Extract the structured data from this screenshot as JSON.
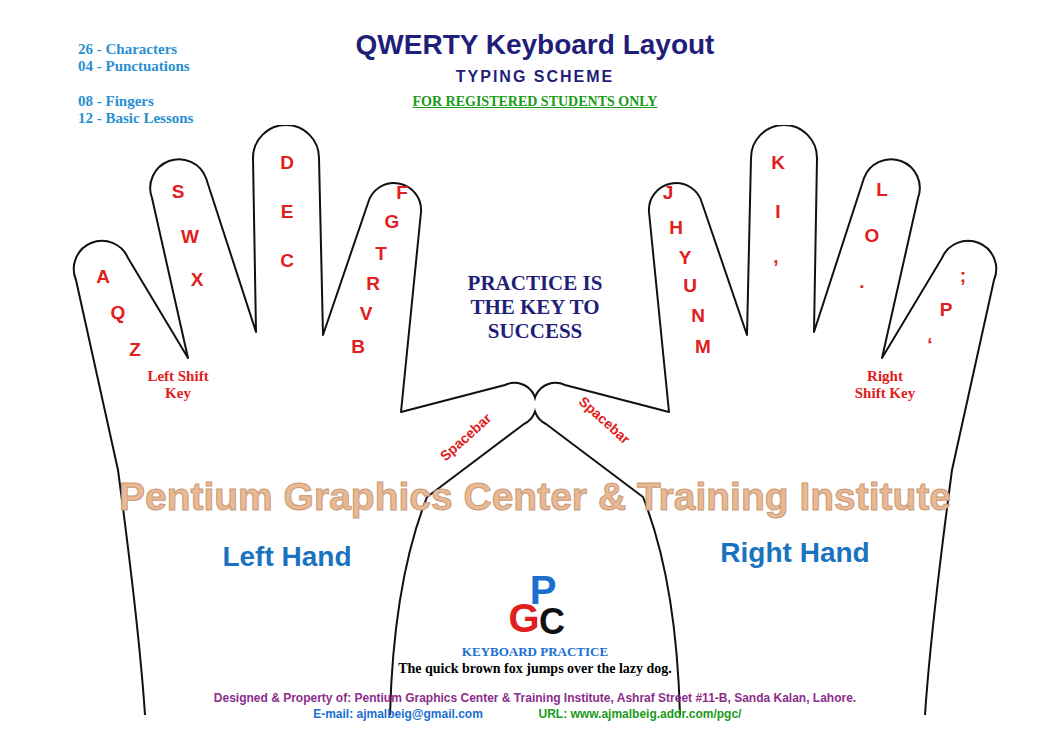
{
  "diagram": {
    "title": "QWERTY Keyboard Layout",
    "nodes": [
      {
        "text": [
          "Left Hand"
        ]
      },
      {
        "text": [
          "Right Hand"
        ]
      }
    ],
    "labels": [
      "TYPING SCHEME",
      "FOR REGISTERED STUDENTS ONLY",
      "26 - Characters",
      "04 - Punctuations",
      "08 - Fingers",
      "12 - Basic Lessons",
      "A",
      "Q",
      "Z",
      "S",
      "W",
      "X",
      "D",
      "E",
      "C",
      "F",
      "G",
      "T",
      "R",
      "V",
      "B",
      "J",
      "H",
      "Y",
      "U",
      "N",
      "M",
      "K",
      "I",
      ",",
      "L",
      "O",
      ".",
      ";",
      "P",
      "‘",
      "Left Shift Key",
      "Right Shift Key",
      "Spacebar",
      "Spacebar",
      "PRACTICE IS THE KEY TO SUCCESS",
      "Pentium Graphics Center & Training Institute",
      "P",
      "G",
      "C",
      "KEYBOARD PRACTICE",
      "The quick brown fox jumps over the lazy dog.",
      "Designed & Property of: Pentium Graphics Center & Training Institute, Ashraf Street #11-B, Sanda Kalan, Lahore.",
      "E-mail: ajmalbeig@gmail.com",
      "URL: www.ajmalbeig.addr.com/pgc/"
    ]
  }
}
